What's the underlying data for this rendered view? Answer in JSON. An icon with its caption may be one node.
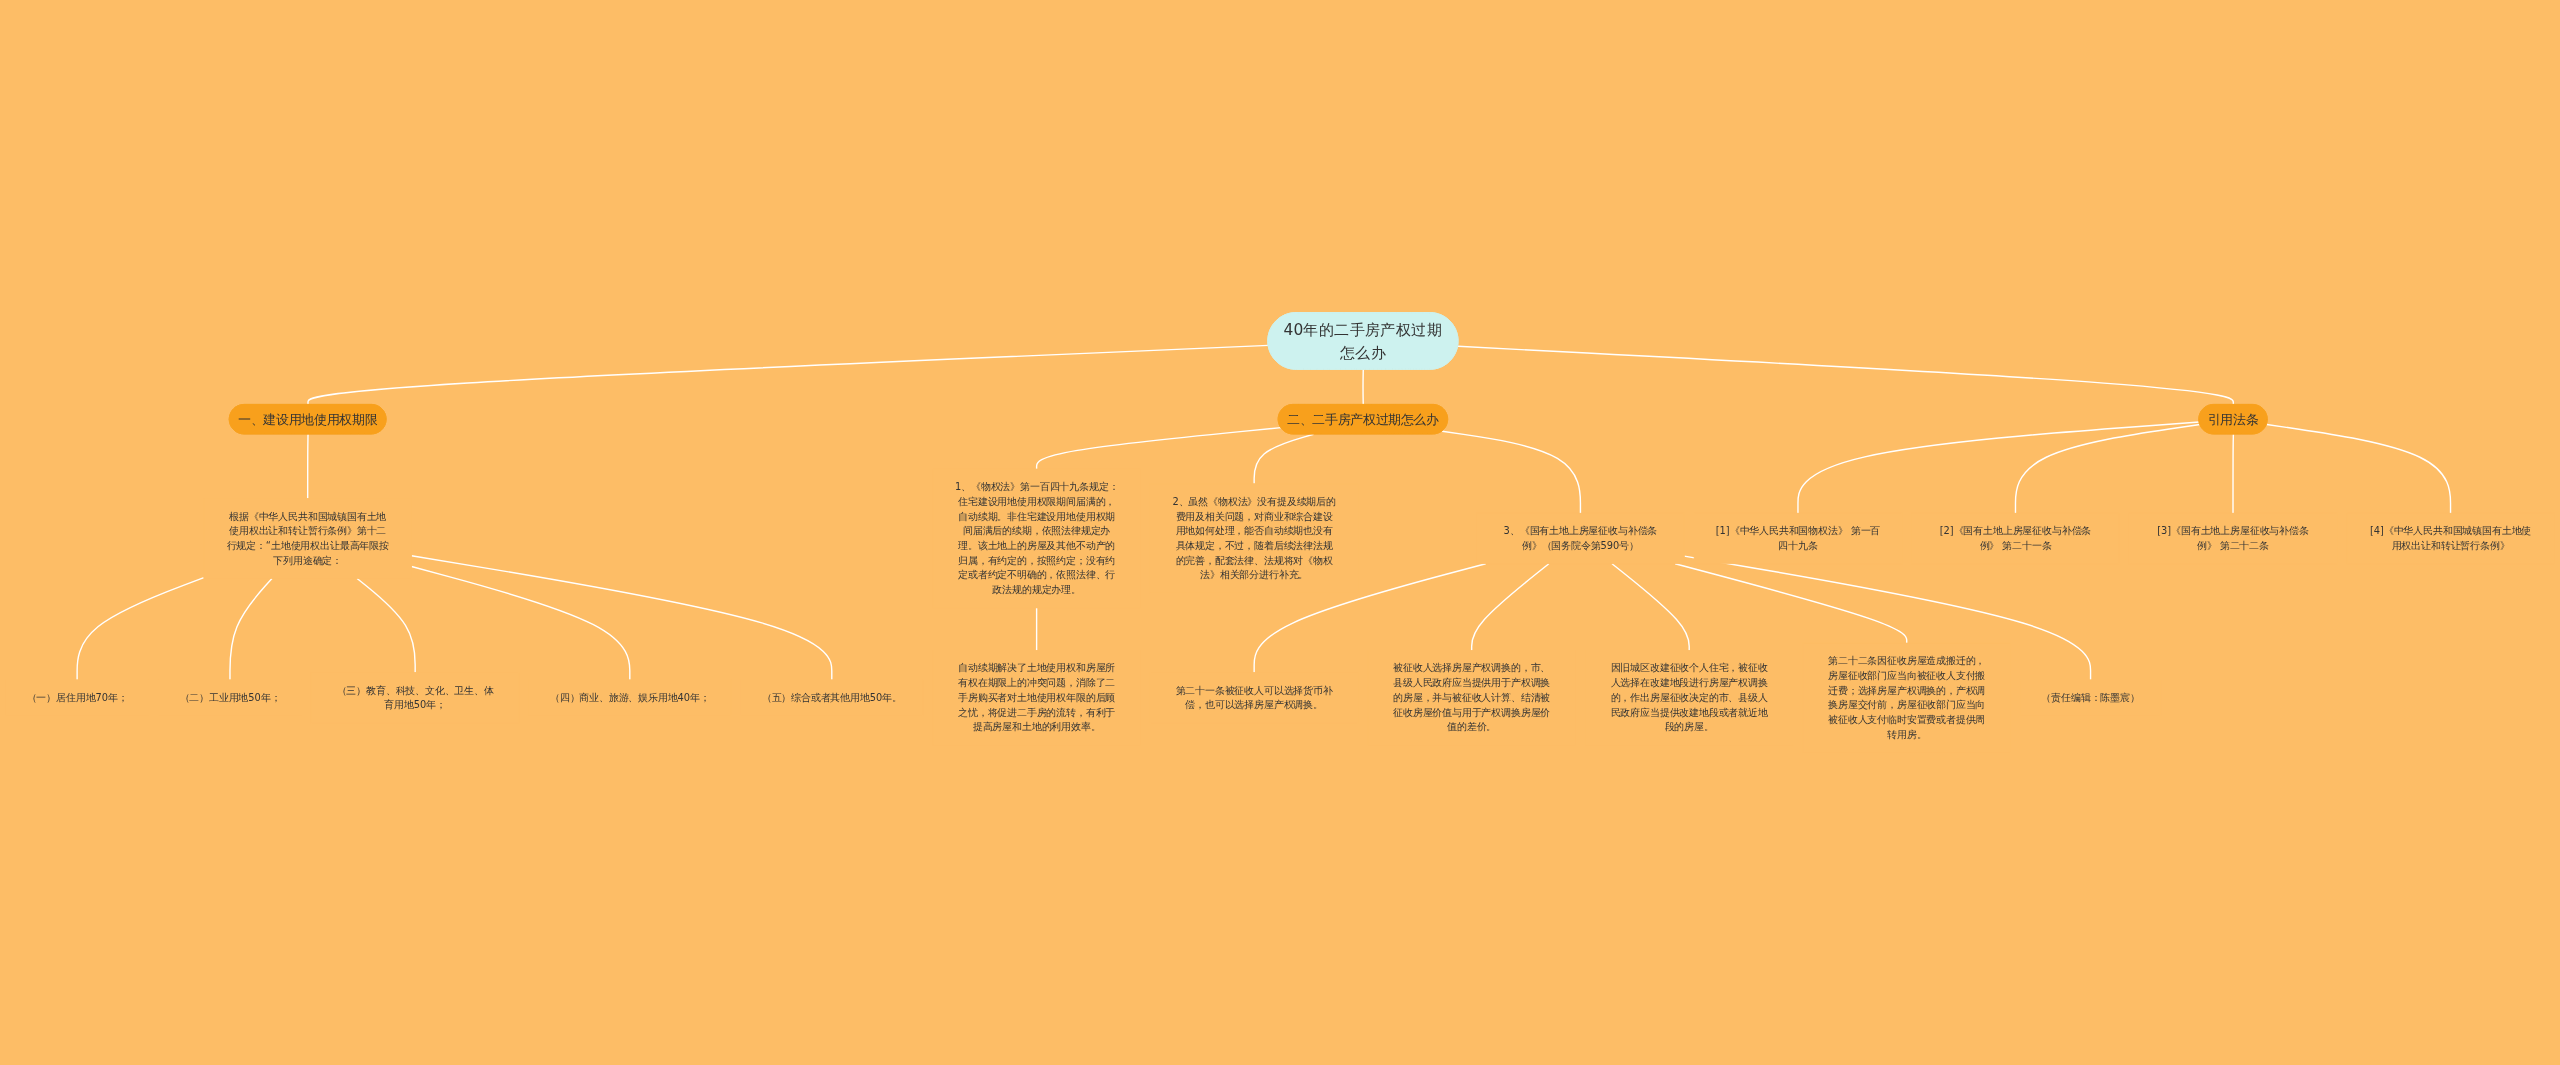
{
  "diagram": {
    "nodes": [
      {
        "text": [
          "40年的二手房产权过期怎么办"
        ]
      },
      {
        "text": [
          "一、建设用地使用权期限"
        ]
      },
      {
        "text": [
          "根据《中华人民共和国城镇国有土地使用权出让和转让暂行条例》第十二行规定：“土地使用权出让最高年限按下列用途确定："
        ]
      },
      {
        "text": [
          "（一）居住用地70年；"
        ]
      },
      {
        "text": [
          "（二）工业用地50年；"
        ]
      },
      {
        "text": [
          "（三）教育、科技、文化、卫生、体育用地50年；"
        ]
      },
      {
        "text": [
          "（四）商业、旅游、娱乐用地40年；"
        ]
      },
      {
        "text": [
          "（五）综合或者其他用地50年。"
        ]
      },
      {
        "text": [
          "二、二手房产权过期怎么办"
        ]
      },
      {
        "text": [
          "1、《物权法》第一百四十九条规定：住宅建设用地使用权限期间届满的，自动续期。非住宅建设用地使用权期间届满后的续期，依照法律规定办理。该土地上的房屋及其他不动产的归属，有约定的，按照约定；没有约定或者约定不明确的，依照法律、行政法规的规定办理。"
        ]
      },
      {
        "text": [
          "自动续期解决了土地使用权和房屋所有权在期限上的冲突问题，消除了二手房购买者对土地使用权年限的后顾之忧，将促进二手房的流转，有利于提高房屋和土地的利用效率。"
        ]
      },
      {
        "text": [
          "2、虽然《物权法》没有提及续期后的费用及相关问题，对商业和综合建设用地如何处理，能否自动续期也没有具体规定，不过，随着后续法律法规的完善，配套法律、法规将对《物权法》相关部分进行补充。"
        ]
      },
      {
        "text": [
          "3、《国有土地上房屋征收与补偿条例》（国务院令第590号）"
        ]
      },
      {
        "text": [
          "第二十一条被征收人可以选择货币补偿，也可以选择房屋产权调换。"
        ]
      },
      {
        "text": [
          "被征收人选择房屋产权调换的，市、县级人民政府应当提供用于产权调换的房屋，并与被征收人计算、结清被征收房屋价值与用于产权调换房屋价值的差价。"
        ]
      },
      {
        "text": [
          "因旧城区改建征收个人住宅，被征收人选择在改建地段进行房屋产权调换的，作出房屋征收决定的市、县级人民政府应当提供改建地段或者就近地段的房屋。"
        ]
      },
      {
        "text": [
          "第二十二条因征收房屋造成搬迁的，房屋征收部门应当向被征收人支付搬迁费；选择房屋产权调换的，产权调换房屋交付前，房屋征收部门应当向被征收人支付临时安置费或者提供周转用房。"
        ]
      },
      {
        "text": [
          "（责任编辑：陈墨宸）"
        ]
      },
      {
        "text": [
          "引用法条"
        ]
      },
      {
        "text": [
          "[1]《中华人民共和国物权法》 第一百四十九条"
        ]
      },
      {
        "text": [
          "[2]《国有土地上房屋征收与补偿条例》 第二十一条"
        ]
      },
      {
        "text": [
          "[3]《国有土地上房屋征收与补偿条例》 第二十二条"
        ]
      },
      {
        "text": [
          "[4]《中华人民共和国城镇国有土地使用权出让和转让暂行条例》"
        ]
      }
    ],
    "edges": [
      {
        "from": 0,
        "to": 1,
        "arrow": "none"
      },
      {
        "from": 1,
        "to": 2,
        "arrow": "none"
      },
      {
        "from": 2,
        "to": 3,
        "arrow": "none"
      },
      {
        "from": 2,
        "to": 4,
        "arrow": "none"
      },
      {
        "from": 2,
        "to": 5,
        "arrow": "none"
      },
      {
        "from": 2,
        "to": 6,
        "arrow": "none"
      },
      {
        "from": 2,
        "to": 7,
        "arrow": "none"
      },
      {
        "from": 0,
        "to": 8,
        "arrow": "none"
      },
      {
        "from": 8,
        "to": 9,
        "arrow": "none"
      },
      {
        "from": 9,
        "to": 10,
        "arrow": "none"
      },
      {
        "from": 8,
        "to": 11,
        "arrow": "none"
      },
      {
        "from": 8,
        "to": 12,
        "arrow": "none"
      },
      {
        "from": 12,
        "to": 13,
        "arrow": "none"
      },
      {
        "from": 12,
        "to": 14,
        "arrow": "none"
      },
      {
        "from": 12,
        "to": 15,
        "arrow": "none"
      },
      {
        "from": 12,
        "to": 16,
        "arrow": "none"
      },
      {
        "from": 12,
        "to": 17,
        "arrow": "none"
      },
      {
        "from": 0,
        "to": 18,
        "arrow": "none"
      },
      {
        "from": 18,
        "to": 19,
        "arrow": "none"
      },
      {
        "from": 18,
        "to": 20,
        "arrow": "none"
      },
      {
        "from": 18,
        "to": 21,
        "arrow": "none"
      },
      {
        "from": 18,
        "to": 22,
        "arrow": "none"
      }
    ]
  }
}
